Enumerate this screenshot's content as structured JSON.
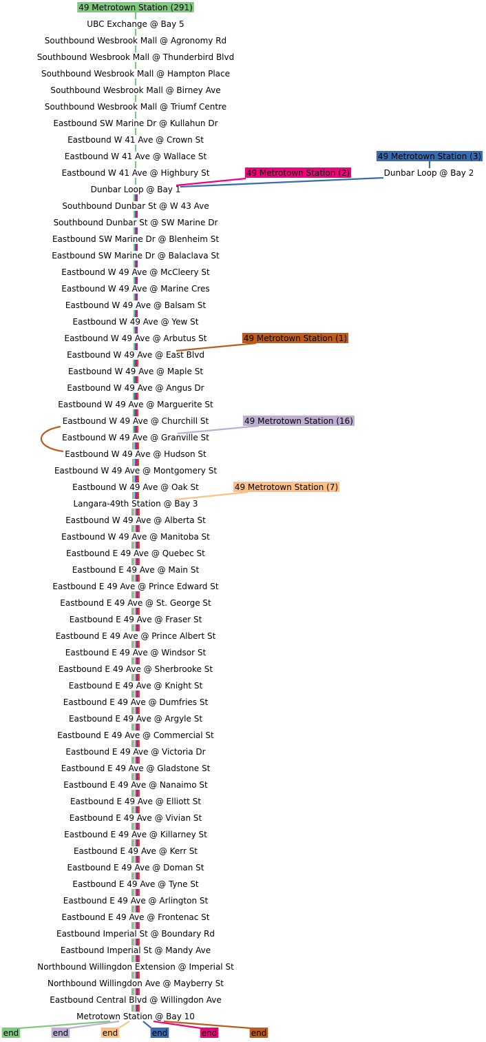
{
  "colors": {
    "green": "#7fc97f",
    "lavender": "#beaed4",
    "peach": "#fdc086",
    "blue": "#386cb0",
    "magenta": "#f0027f",
    "brown": "#bf5b17"
  },
  "trips": [
    {
      "id": "green",
      "label": "49 Metrotown Station (291)",
      "color": "#7fc97f"
    },
    {
      "id": "blue",
      "label": "49 Metrotown Station (3)",
      "color": "#386cb0"
    },
    {
      "id": "magenta",
      "label": "49 Metrotown Station (2)",
      "color": "#f0027f"
    },
    {
      "id": "brown",
      "label": "49 Metrotown Station (1)",
      "color": "#bf5b17"
    },
    {
      "id": "lavender",
      "label": "49 Metrotown Station (16)",
      "color": "#beaed4"
    },
    {
      "id": "peach",
      "label": "49 Metrotown Station (7)",
      "color": "#fdc086"
    }
  ],
  "stops": [
    "UBC Exchange @ Bay 5",
    "Southbound Wesbrook Mall @ Agronomy Rd",
    "Southbound Wesbrook Mall @ Thunderbird Blvd",
    "Southbound Wesbrook Mall @ Hampton Place",
    "Southbound Wesbrook Mall @ Birney Ave",
    "Southbound Wesbrook Mall @ Triumf Centre",
    "Eastbound SW Marine Dr @ Kullahun Dr",
    "Eastbound W 41 Ave @ Crown St",
    "Eastbound W 41 Ave @ Wallace St",
    "Eastbound W 41 Ave @ Highbury St",
    "Dunbar Loop @ Bay 1",
    "Southbound Dunbar St @ W 43 Ave",
    "Southbound Dunbar St @ SW Marine Dr",
    "Eastbound SW Marine Dr @ Blenheim St",
    "Eastbound SW Marine Dr @ Balaclava St",
    "Eastbound W 49 Ave @ McCleery St",
    "Eastbound W 49 Ave @ Marine Cres",
    "Eastbound W 49 Ave @ Balsam St",
    "Eastbound W 49 Ave @ Yew St",
    "Eastbound W 49 Ave @ Arbutus St",
    "Eastbound W 49 Ave @ East Blvd",
    "Eastbound W 49 Ave @ Maple St",
    "Eastbound W 49 Ave @ Angus Dr",
    "Eastbound W 49 Ave @ Marguerite St",
    "Eastbound W 49 Ave @ Churchill St",
    "Eastbound W 49 Ave @ Granville St",
    "Eastbound W 49 Ave @ Hudson St",
    "Eastbound W 49 Ave @ Montgomery St",
    "Eastbound W 49 Ave @ Oak St",
    "Langara-49th Station @ Bay 3",
    "Eastbound W 49 Ave @ Alberta St",
    "Eastbound W 49 Ave @ Manitoba St",
    "Eastbound E 49 Ave @ Quebec St",
    "Eastbound E 49 Ave @ Main St",
    "Eastbound E 49 Ave @ Prince Edward St",
    "Eastbound E 49 Ave @ St. George St",
    "Eastbound E 49 Ave @ Fraser St",
    "Eastbound E 49 Ave @ Prince Albert St",
    "Eastbound E 49 Ave @ Windsor St",
    "Eastbound E 49 Ave @ Sherbrooke St",
    "Eastbound E 49 Ave @ Knight St",
    "Eastbound E 49 Ave @ Dumfries St",
    "Eastbound E 49 Ave @ Argyle St",
    "Eastbound E 49 Ave @ Commercial St",
    "Eastbound E 49 Ave @ Victoria Dr",
    "Eastbound E 49 Ave @ Gladstone St",
    "Eastbound E 49 Ave @ Nanaimo St",
    "Eastbound E 49 Ave @ Elliott St",
    "Eastbound E 49 Ave @ Vivian St",
    "Eastbound E 49 Ave @ Killarney St",
    "Eastbound E 49 Ave @ Kerr St",
    "Eastbound E 49 Ave @ Doman St",
    "Eastbound E 49 Ave @ Tyne St",
    "Eastbound E 49 Ave @ Arlington St",
    "Eastbound E 49 Ave @ Frontenac St",
    "Eastbound Imperial St @ Boundary Rd",
    "Eastbound Imperial St @ Mandy Ave",
    "Northbound Willingdon Extension @ Imperial St",
    "Northbound Willingdon Ave @ Mayberry St",
    "Eastbound Central Blvd @ Willingdon Ave",
    "Metrotown Station @ Bay 10"
  ],
  "side_stops": [
    {
      "label": "Dunbar Loop @ Bay 2"
    }
  ],
  "end_tags": [
    {
      "label": "end",
      "trip": "green",
      "color": "#7fc97f"
    },
    {
      "label": "end",
      "trip": "lavender",
      "color": "#beaed4"
    },
    {
      "label": "end",
      "trip": "peach",
      "color": "#fdc086"
    },
    {
      "label": "end",
      "trip": "blue",
      "color": "#386cb0"
    },
    {
      "label": "end",
      "trip": "magenta",
      "color": "#f0027f"
    },
    {
      "label": "end",
      "trip": "brown",
      "color": "#bf5b17"
    }
  ]
}
